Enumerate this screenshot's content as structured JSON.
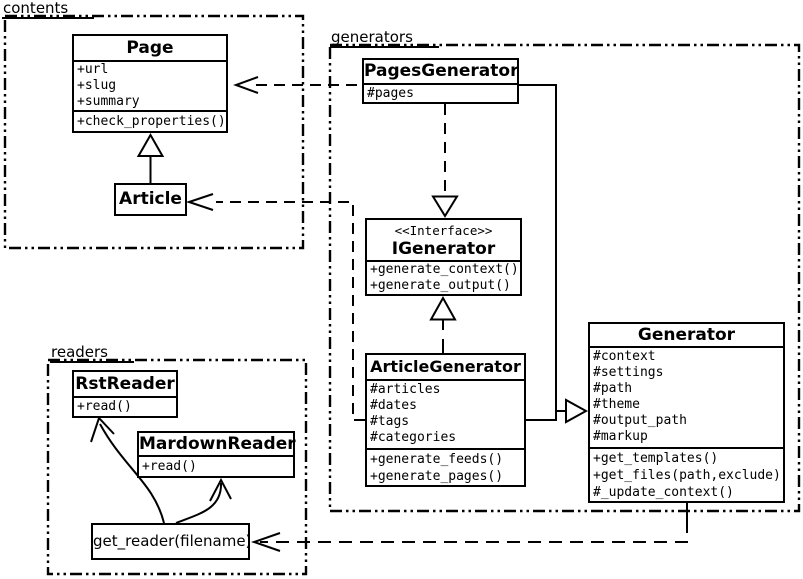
{
  "diagram_type": "uml-class-diagram",
  "colors": {
    "line": "#000000",
    "box_fill": "#ffffff",
    "background": "#ffffff",
    "text": "#000000"
  },
  "packages": {
    "contents": {
      "label": "contents"
    },
    "generators": {
      "label": "generators"
    },
    "readers": {
      "label": "readers"
    }
  },
  "classes": {
    "page": {
      "name": "Page",
      "attributes": [
        "+url",
        "+slug",
        "+summary"
      ],
      "methods": [
        "+check_properties()"
      ]
    },
    "article": {
      "name": "Article",
      "attributes": [],
      "methods": []
    },
    "pages_generator": {
      "name": "PagesGenerator",
      "attributes": [
        "#pages"
      ],
      "methods": []
    },
    "igenerator": {
      "stereotype": "<<Interface>>",
      "name": "IGenerator",
      "attributes": [],
      "methods": [
        "+generate_context()",
        "+generate_output()"
      ]
    },
    "article_generator": {
      "name": "ArticleGenerator",
      "attributes": [
        "#articles",
        "#dates",
        "#tags",
        "#categories"
      ],
      "methods": [
        "+generate_feeds()",
        "+generate_pages()"
      ]
    },
    "generator": {
      "name": "Generator",
      "attributes": [
        "#context",
        "#settings",
        "#path",
        "#theme",
        "#output_path",
        "#markup"
      ],
      "methods": [
        "+get_templates()",
        "+get_files(path,exclude)",
        "#_update_context()"
      ]
    },
    "rst_reader": {
      "name": "RstReader",
      "attributes": [],
      "methods": [
        "+read()"
      ]
    },
    "mardown_reader": {
      "name": "MardownReader",
      "attributes": [],
      "methods": [
        "+read()"
      ]
    },
    "get_reader": {
      "name": "get_reader(filename)"
    }
  },
  "relationships": [
    {
      "from": "Article",
      "to": "Page",
      "type": "inheritance"
    },
    {
      "from": "PagesGenerator",
      "to": "Page",
      "type": "dependency"
    },
    {
      "from": "ArticleGenerator",
      "to": "Article",
      "type": "dependency"
    },
    {
      "from": "PagesGenerator",
      "to": "IGenerator",
      "type": "realization"
    },
    {
      "from": "ArticleGenerator",
      "to": "IGenerator",
      "type": "realization"
    },
    {
      "from": "PagesGenerator",
      "to": "Generator",
      "type": "inheritance"
    },
    {
      "from": "ArticleGenerator",
      "to": "Generator",
      "type": "inheritance"
    },
    {
      "from": "Generator",
      "to": "get_reader(filename)",
      "type": "dependency"
    },
    {
      "from": "get_reader(filename)",
      "to": "RstReader",
      "type": "call"
    },
    {
      "from": "get_reader(filename)",
      "to": "MardownReader",
      "type": "call"
    }
  ]
}
